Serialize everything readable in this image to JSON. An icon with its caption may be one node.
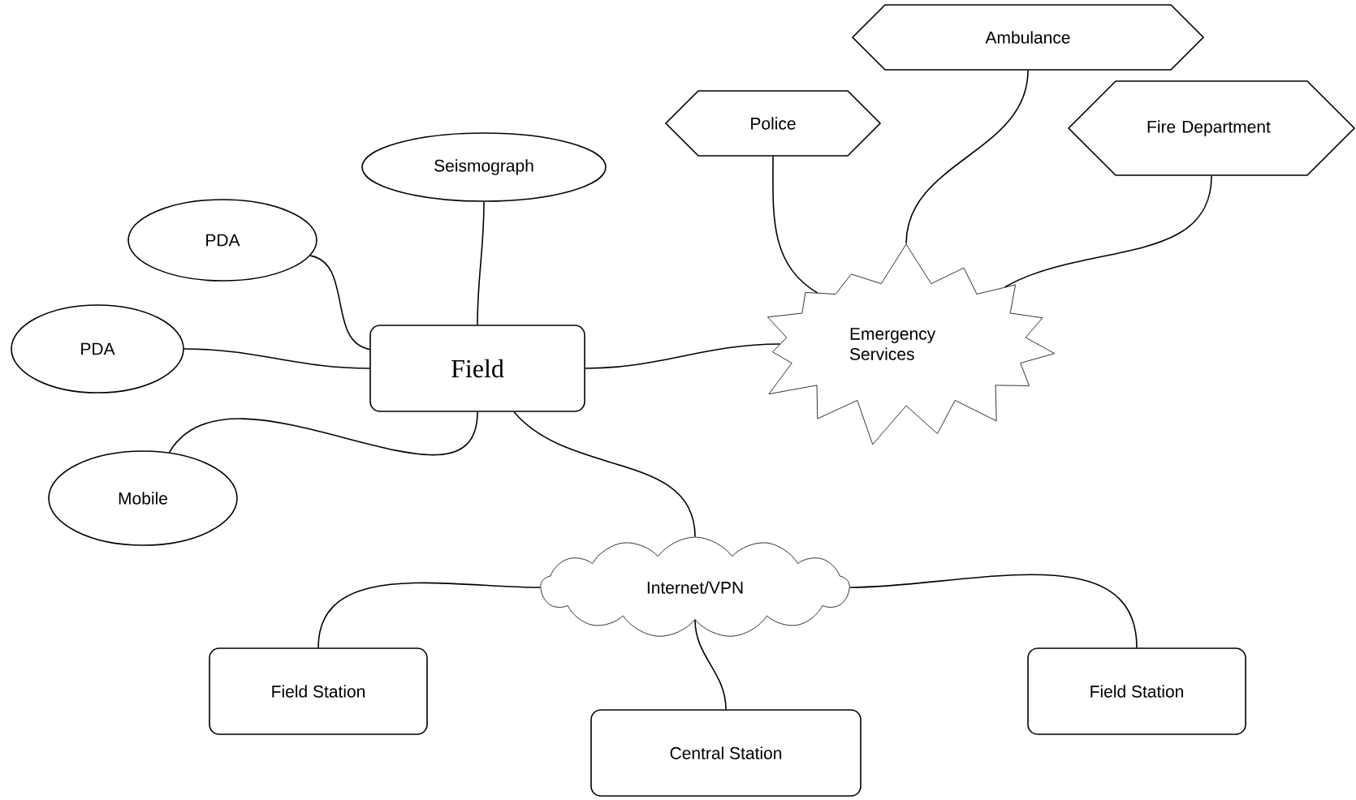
{
  "diagram": {
    "nodes": [
      {
        "text": [
          "Ambulance"
        ]
      },
      {
        "text": [
          "Police"
        ]
      },
      {
        "text": [
          "Fire Department"
        ]
      },
      {
        "text": [
          "Seismograph"
        ]
      },
      {
        "text": [
          "PDA"
        ]
      },
      {
        "text": [
          "PDA"
        ]
      },
      {
        "text": [
          "Field"
        ]
      },
      {
        "text": [
          "Emergency Services"
        ]
      },
      {
        "text": [
          "Mobile"
        ]
      },
      {
        "text": [
          "Internet/VPN"
        ]
      },
      {
        "text": [
          "Field Station"
        ]
      },
      {
        "text": [
          "Central Station"
        ]
      },
      {
        "text": [
          "Field Station"
        ]
      }
    ],
    "edges": [
      {
        "from": 3,
        "to": 6,
        "arrow": "none"
      },
      {
        "from": 4,
        "to": 6,
        "arrow": "none"
      },
      {
        "from": 5,
        "to": 6,
        "arrow": "none"
      },
      {
        "from": 8,
        "to": 6,
        "arrow": "none"
      },
      {
        "from": 6,
        "to": 7,
        "arrow": "none"
      },
      {
        "from": 6,
        "to": 9,
        "arrow": "none"
      },
      {
        "from": 1,
        "to": 7,
        "arrow": "none"
      },
      {
        "from": 0,
        "to": 7,
        "arrow": "none"
      },
      {
        "from": 2,
        "to": 7,
        "arrow": "none"
      },
      {
        "from": 9,
        "to": 10,
        "arrow": "none"
      },
      {
        "from": 9,
        "to": 11,
        "arrow": "none"
      },
      {
        "from": 9,
        "to": 12,
        "arrow": "none"
      }
    ]
  }
}
